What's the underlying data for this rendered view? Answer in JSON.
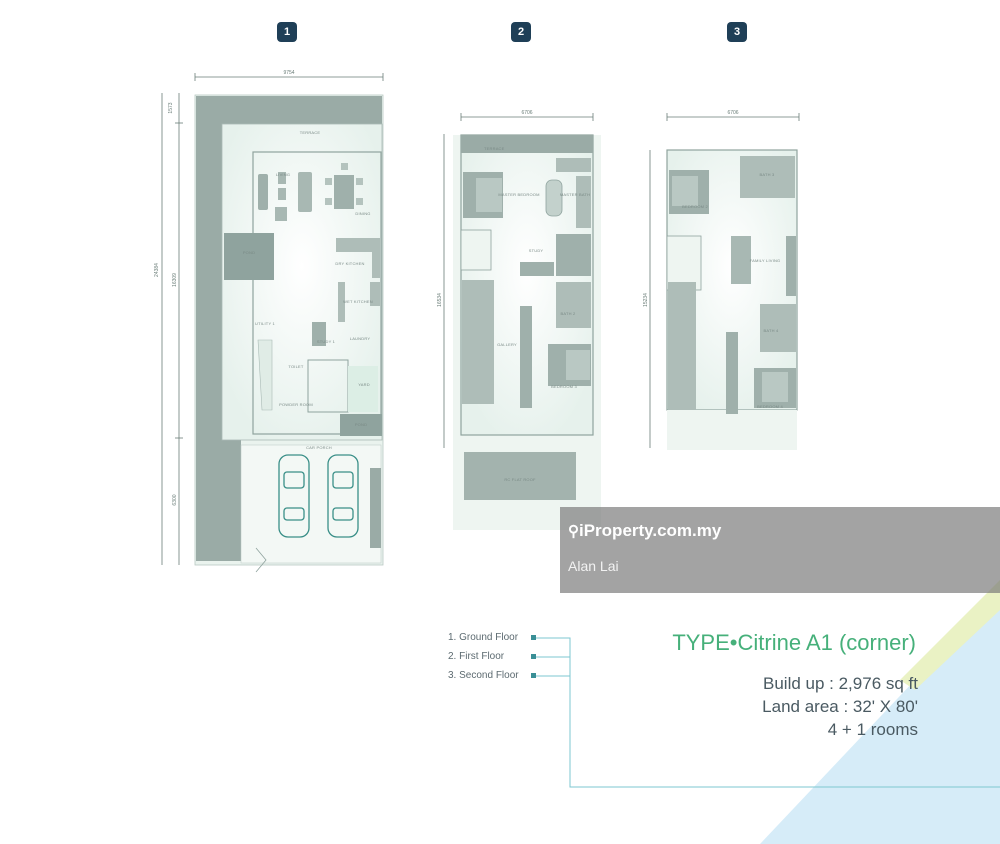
{
  "floors": [
    {
      "badge": "1",
      "width_dim": "9754",
      "side_dims": [
        "1573",
        "16309",
        "6300"
      ],
      "total_dim": "24384",
      "rooms": {
        "terrace": "TERRACE",
        "living": "LIVING",
        "dining": "DINING",
        "pond_top": "POND",
        "dry_kitchen": "DRY KITCHEN",
        "wet_kitchen": "WET KITCHEN",
        "utility1": "UTILITY 1",
        "study1": "STUDY 1",
        "laundry": "LAUNDRY",
        "toilet": "TOILET",
        "yard": "YARD",
        "powder_room": "POWDER ROOM",
        "pond_bottom": "POND",
        "car_porch": "CAR PORCH"
      }
    },
    {
      "badge": "2",
      "width_dim": "6706",
      "side_dims": [
        "16534"
      ],
      "rooms": {
        "terrace": "TERRACE",
        "master_bedroom": "MASTER BEDROOM",
        "master_bath": "MASTER BATH",
        "study": "STUDY",
        "gallery": "GALLERY",
        "bath2": "BATH 2",
        "bedroom3": "BEDROOM 3",
        "rc_flat_roof": "RC FLAT ROOF"
      }
    },
    {
      "badge": "3",
      "width_dim": "6706",
      "side_dims": [
        "15234"
      ],
      "rooms": {
        "bedroom2": "BEDROOM 2",
        "bath3": "BATH 3",
        "family_living": "FAMILY LIVING",
        "bath4": "BATH 4",
        "bedroom4": "BEDROOM 4"
      }
    }
  ],
  "watermark": {
    "site": "iProperty.com.my",
    "agent": "Alan Lai"
  },
  "legend": [
    "1. Ground Floor",
    "2. First Floor",
    "3. Second Floor"
  ],
  "type": {
    "prefix": "TYPE",
    "name": "Citrine A1 (corner)"
  },
  "specs": {
    "build_up": "Build up : 2,976 sq ft",
    "land_area": "Land area : 32' X 80'",
    "rooms": "4 + 1 rooms"
  },
  "colors": {
    "badge": "#1f3f57",
    "accent_green": "#46b07a",
    "plan_fill": "#e9f3ee",
    "wall": "#8fa39e",
    "blue_triangle": "#d6ecf8",
    "yellow_stripe": "#eaf2c4"
  }
}
